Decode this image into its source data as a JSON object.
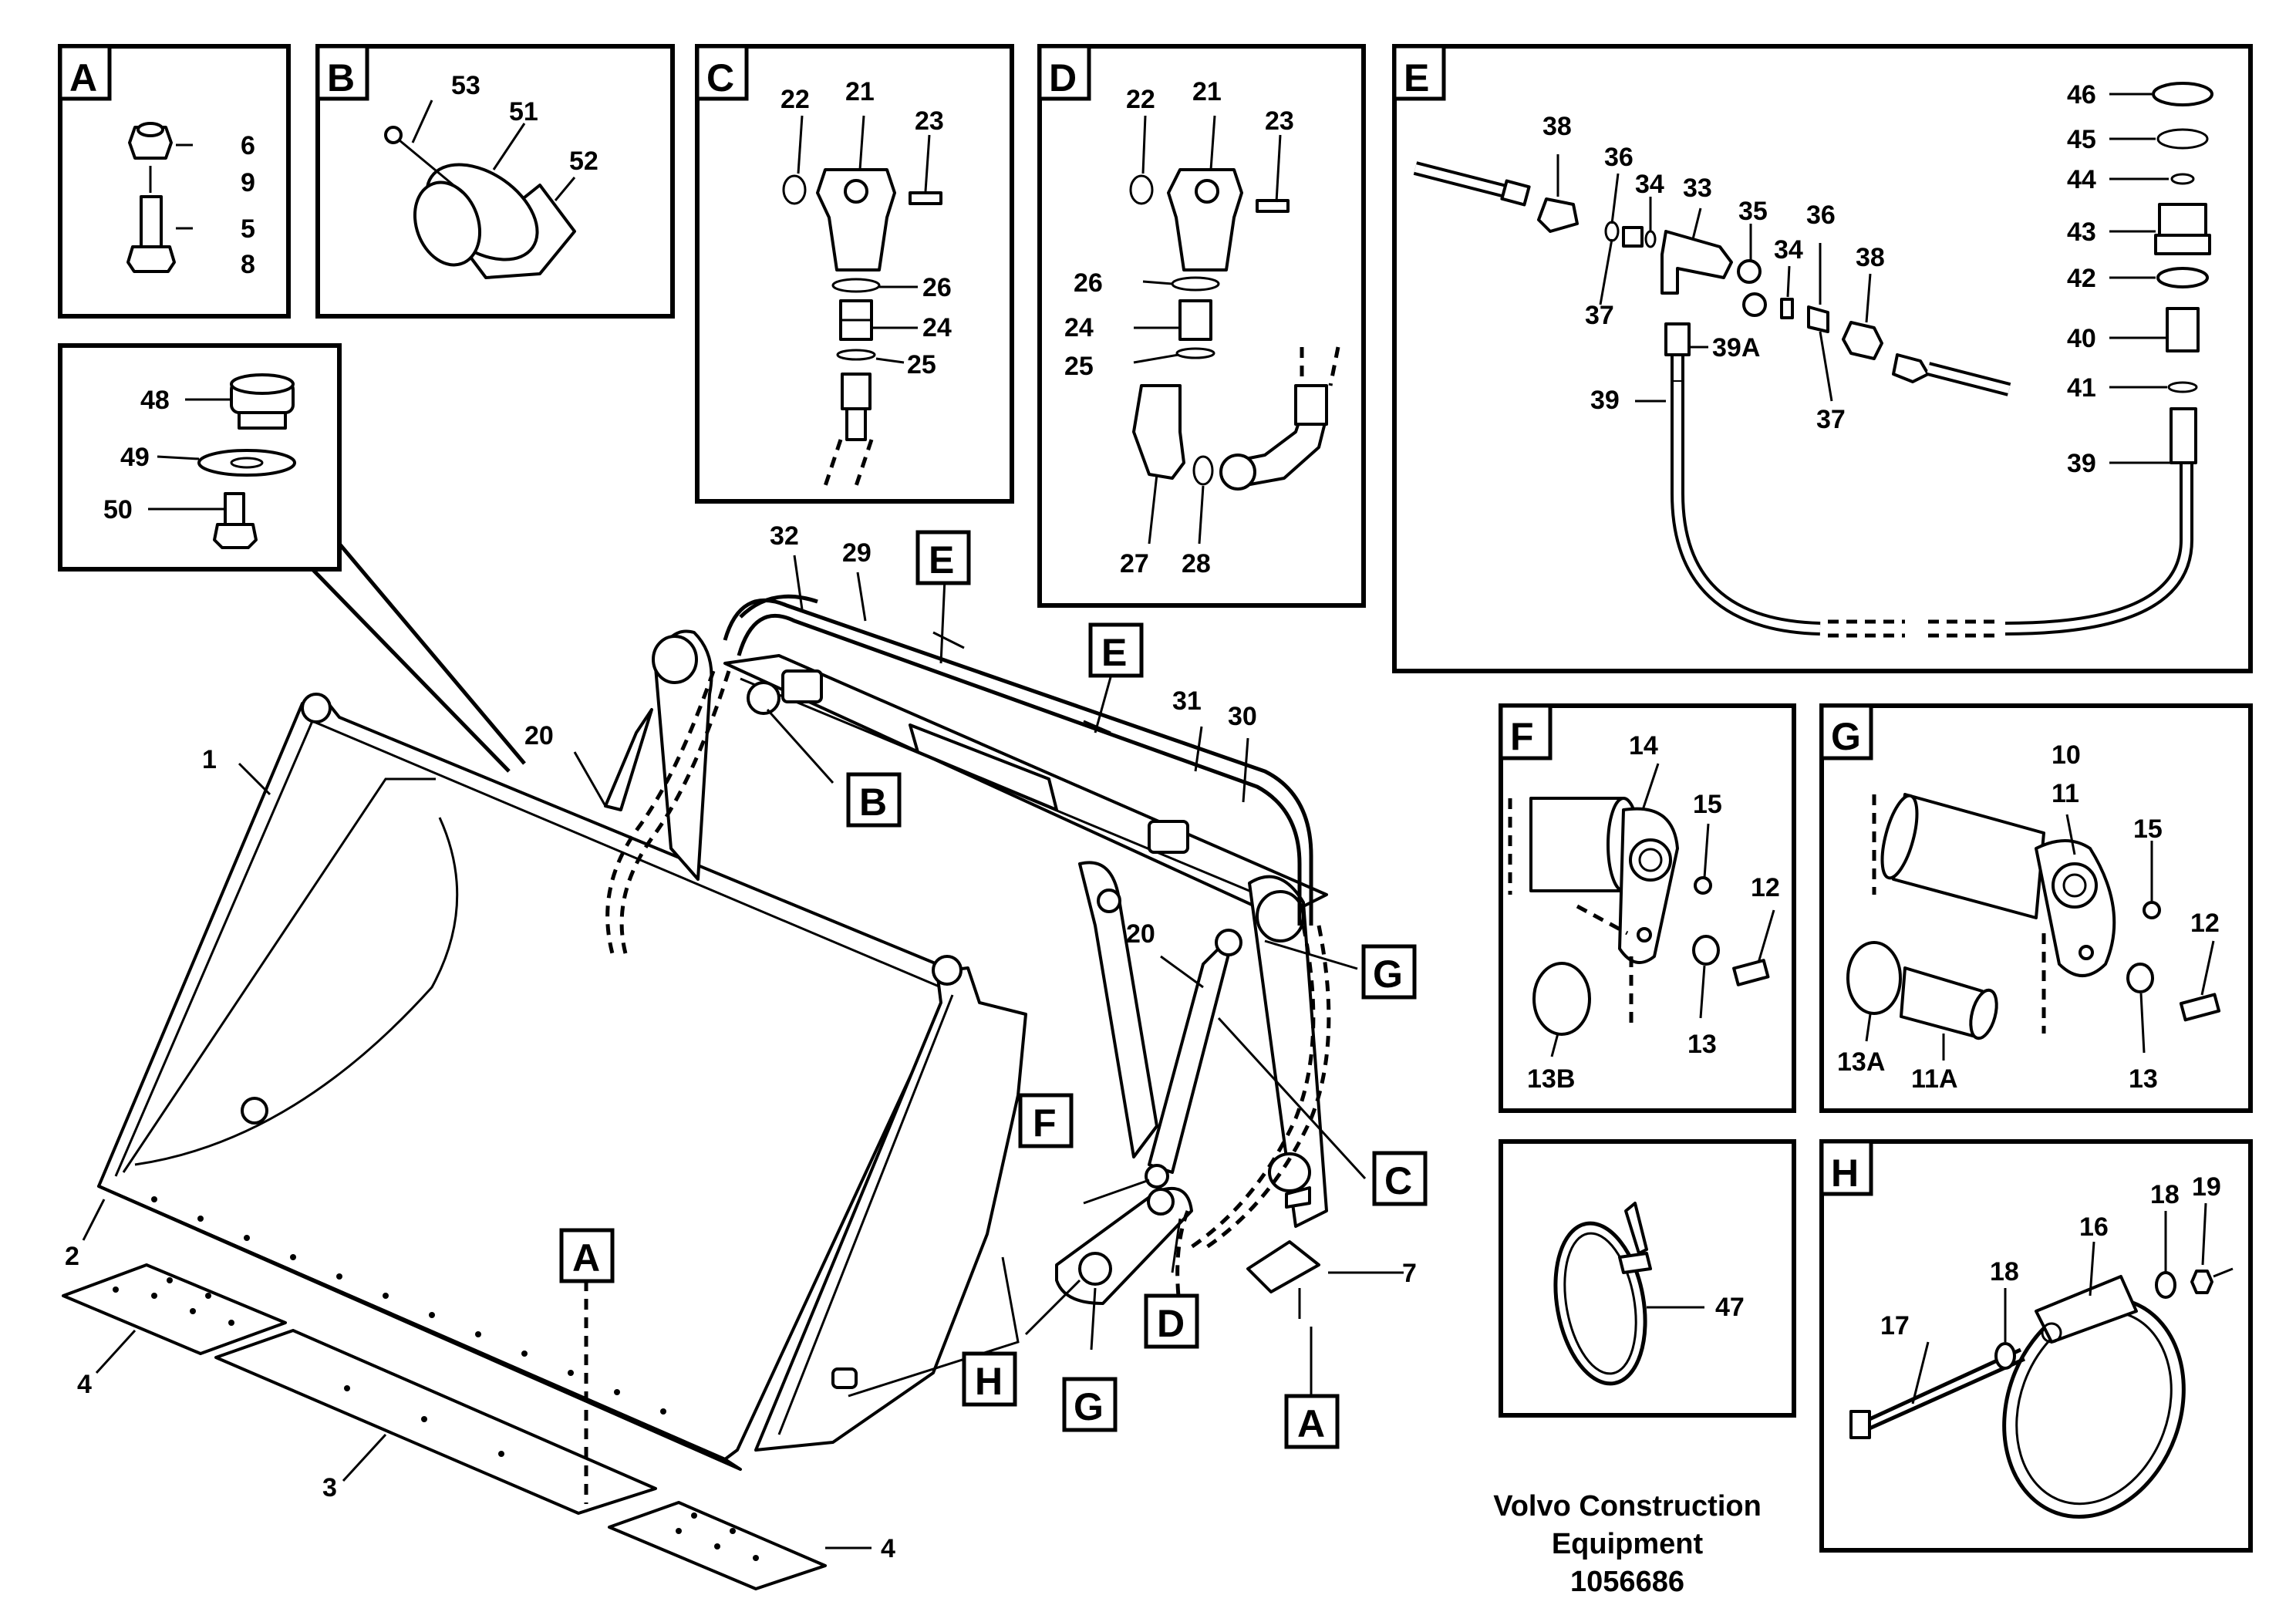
{
  "insets": {
    "A": {
      "tag": "A",
      "labels": [
        "6",
        "9",
        "5",
        "8"
      ]
    },
    "B": {
      "tag": "B",
      "labels": [
        "53",
        "51",
        "52"
      ]
    },
    "C": {
      "tag": "C",
      "labels": [
        "22",
        "21",
        "23",
        "26",
        "24",
        "25"
      ]
    },
    "D": {
      "tag": "D",
      "labels": [
        "22",
        "21",
        "23",
        "26",
        "24",
        "25",
        "27",
        "28"
      ]
    },
    "E": {
      "tag": "E",
      "labels": [
        "38",
        "36",
        "34",
        "33",
        "35",
        "34",
        "36",
        "38",
        "37",
        "39A",
        "39",
        "37",
        "46",
        "45",
        "44",
        "43",
        "42",
        "40",
        "41",
        "39"
      ]
    },
    "F": {
      "tag": "F",
      "labels": [
        "14",
        "15",
        "12",
        "13",
        "13B"
      ]
    },
    "G": {
      "tag": "G",
      "labels": [
        "10",
        "11",
        "15",
        "12",
        "13A",
        "11A",
        "13"
      ]
    },
    "H": {
      "tag": "H",
      "labels": [
        "16",
        "18",
        "19",
        "18",
        "17"
      ]
    },
    "plug": {
      "labels": [
        "48",
        "49",
        "50"
      ]
    },
    "tie": {
      "labels": [
        "47"
      ]
    }
  },
  "main": {
    "labels": [
      "1",
      "2",
      "4",
      "3",
      "4",
      "20",
      "32",
      "29",
      "31",
      "30",
      "20",
      "7"
    ],
    "tags": [
      "E",
      "E",
      "B",
      "G",
      "F",
      "C",
      "A",
      "D",
      "H",
      "G",
      "A"
    ]
  },
  "footer": {
    "line1": "Volvo Construction",
    "line2": "Equipment",
    "line3": "1056686"
  }
}
